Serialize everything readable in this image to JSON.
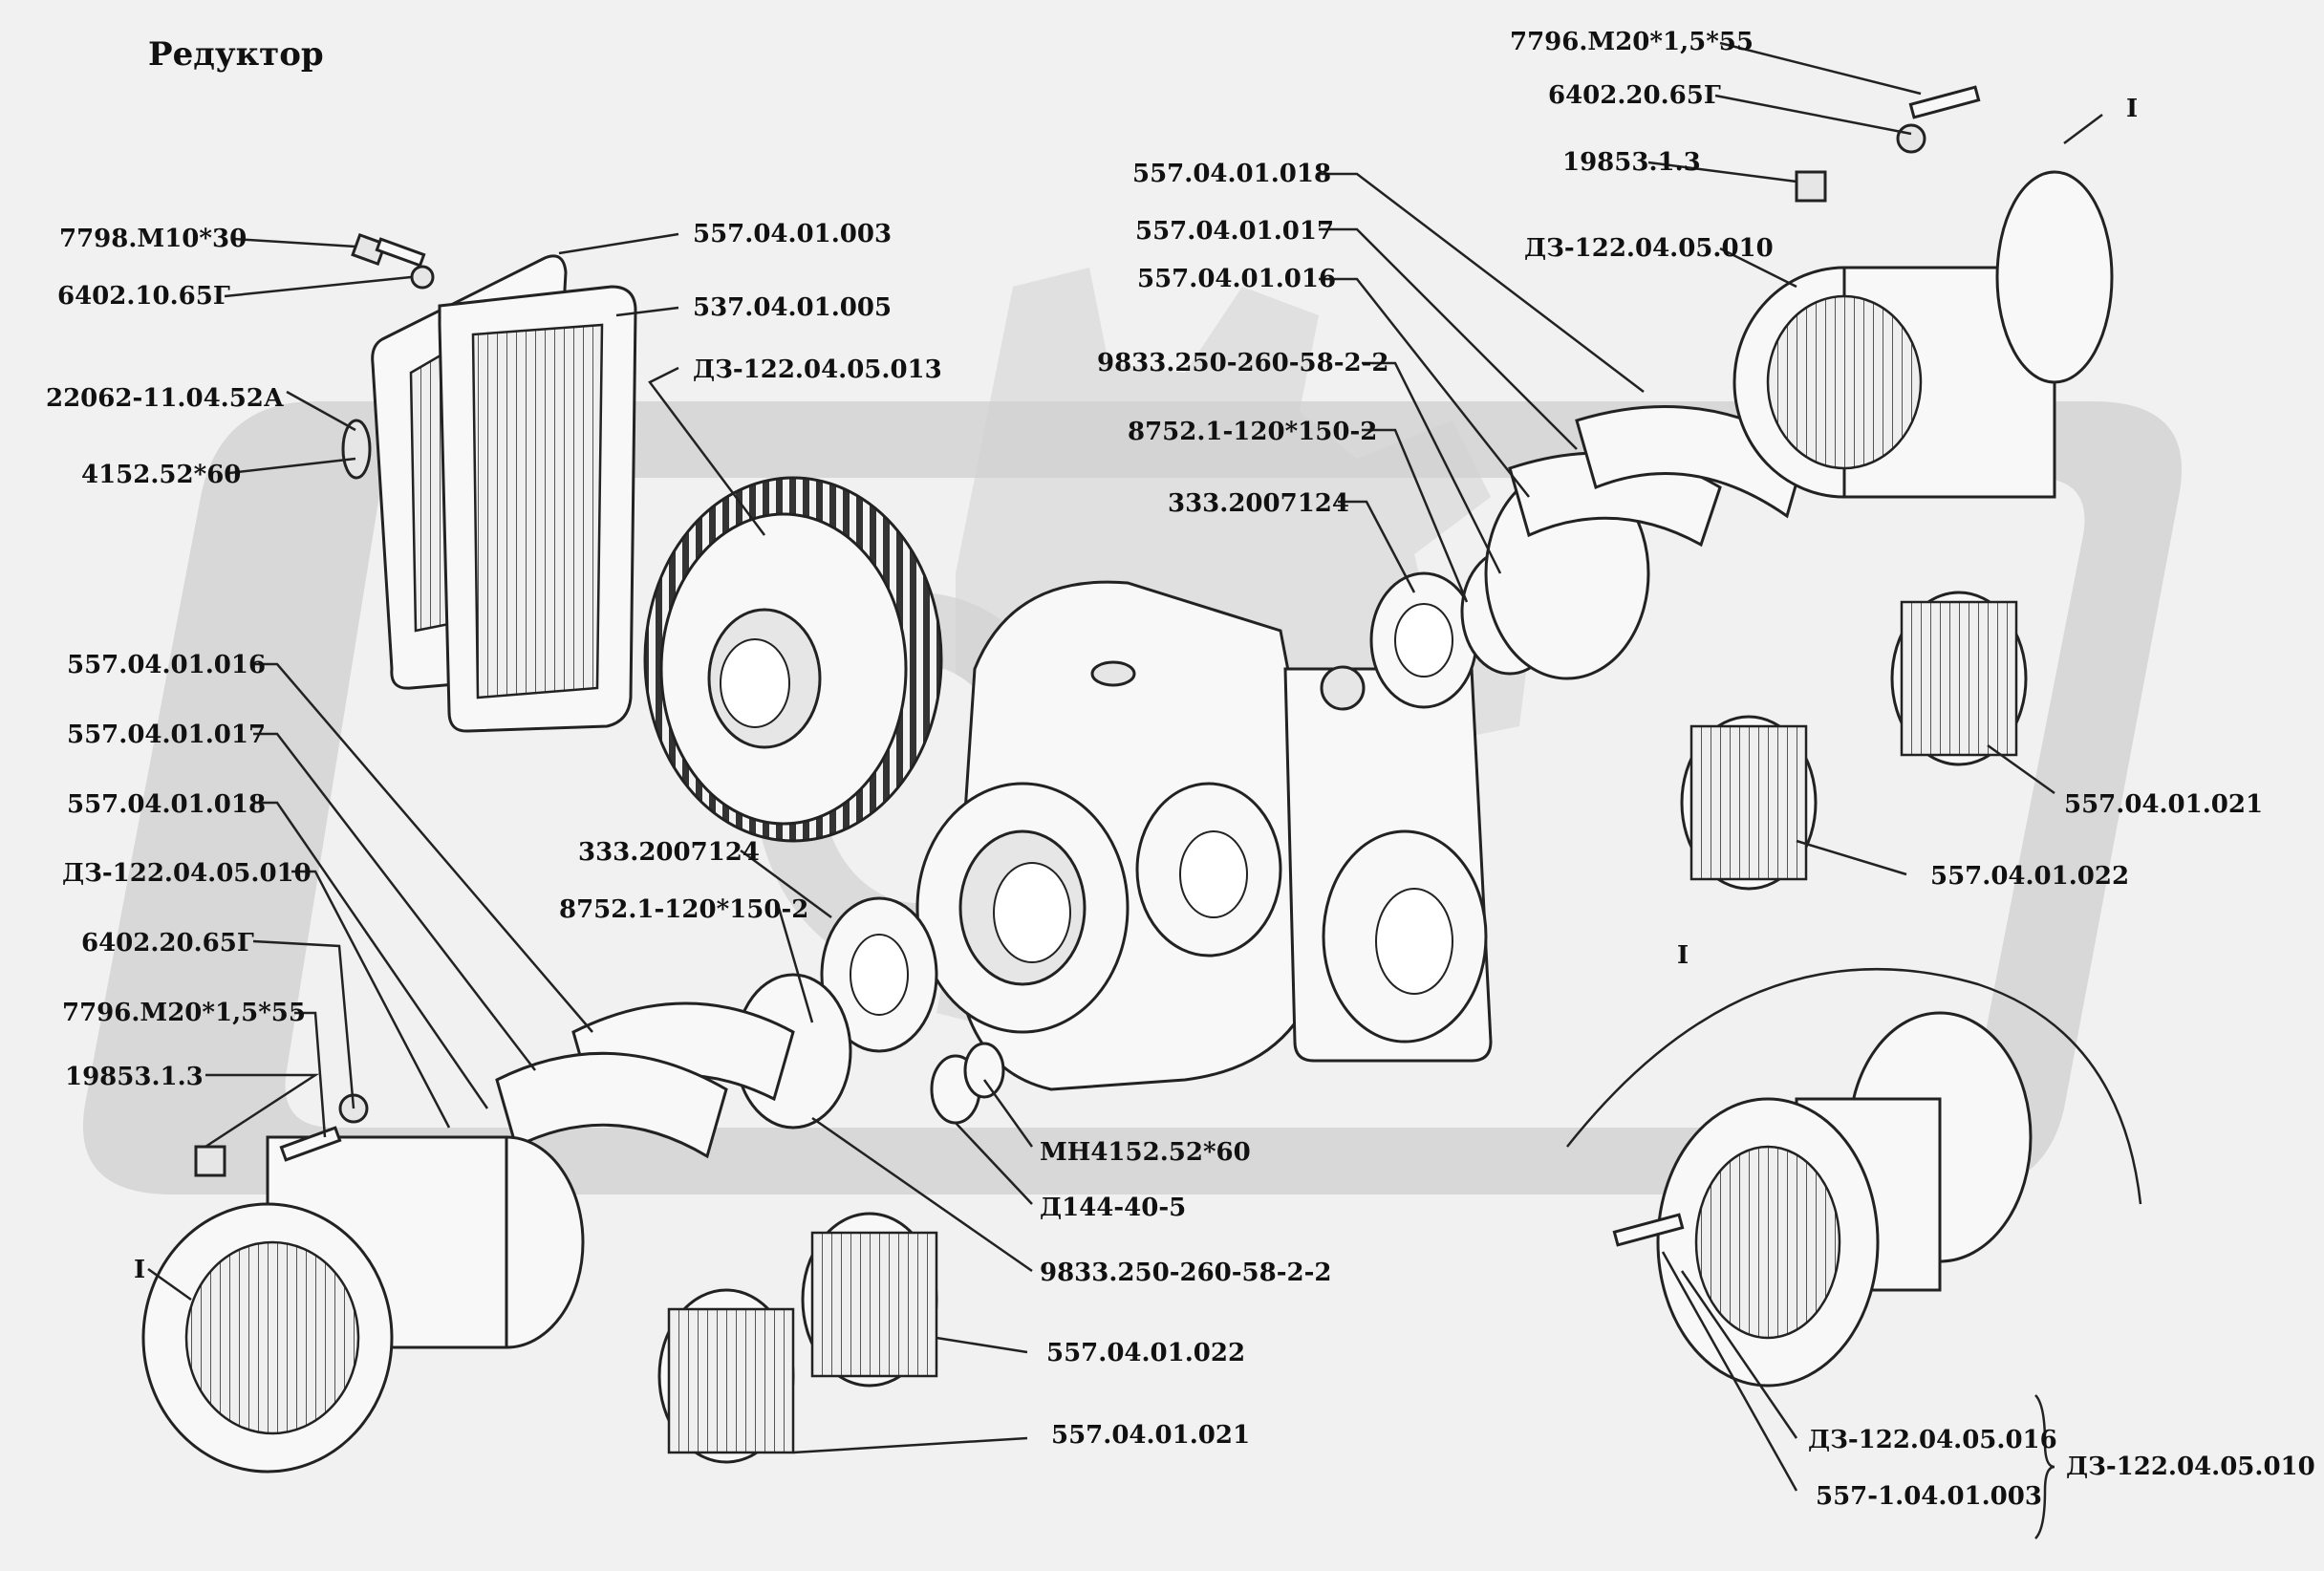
{
  "title": "Редуктор",
  "labels": {
    "l1": "7798.М10*30",
    "l2": "6402.10.65Г",
    "l3": "22062-11.04.52А",
    "l4": "4152.52*60",
    "l5": "557.04.01.003",
    "l6": "537.04.01.005",
    "l7": "ДЗ-122.04.05.013",
    "l8": "557.04.01.016",
    "l9": "557.04.01.017",
    "l10": "557.04.01.018",
    "l11": "ДЗ-122.04.05.010",
    "l12": "6402.20.65Г",
    "l13": "7796.М20*1,5*55",
    "l14": "19853.1.3",
    "l15": "I",
    "l16": "333.2007124",
    "l17": "8752.1-120*150-2",
    "l18": "МН4152.52*60",
    "l19": "Д144-40-5",
    "l20": "9833.250-260-58-2-2",
    "l21": "557.04.01.022",
    "l22": "557.04.01.021",
    "r1": "7796.М20*1,5*55",
    "r2": "6402.20.65Г",
    "r3": "I",
    "r4": "19853.1.3",
    "r5": "557.04.01.018",
    "r6": "557.04.01.017",
    "r7": "557.04.01.016",
    "r8": "ДЗ-122.04.05.010",
    "r9": "9833.250-260-58-2-2",
    "r10": "8752.1-120*150-2",
    "r11": "333.2007124",
    "r12": "557.04.01.021",
    "r13": "557.04.01.022",
    "r14": "I",
    "r15": "ДЗ-122.04.05.016",
    "r16": "557-1.04.01.003",
    "r17": "ДЗ-122.04.05.010"
  }
}
